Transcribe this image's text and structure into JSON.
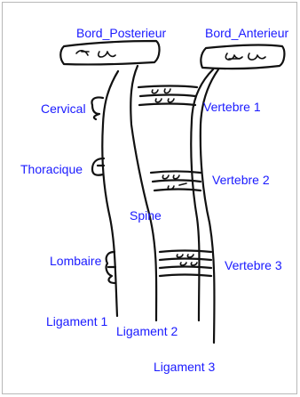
{
  "diagram": {
    "ink_color": "#111111",
    "label_color": "#1a1aff",
    "labels": {
      "bord_posterieur": "Bord_Posterieur",
      "bord_anterieur": "Bord_Anterieur",
      "cervical": "Cervical",
      "thoracique": "Thoracique",
      "lombaire": "Lombaire",
      "spine": "Spine",
      "vertebre_1": "Vertebre 1",
      "vertebre_2": "Vertebre 2",
      "vertebre_3": "Vertebre 3",
      "ligament_1": "Ligament 1",
      "ligament_2": "Ligament 2",
      "ligament_3": "Ligament 3"
    }
  }
}
